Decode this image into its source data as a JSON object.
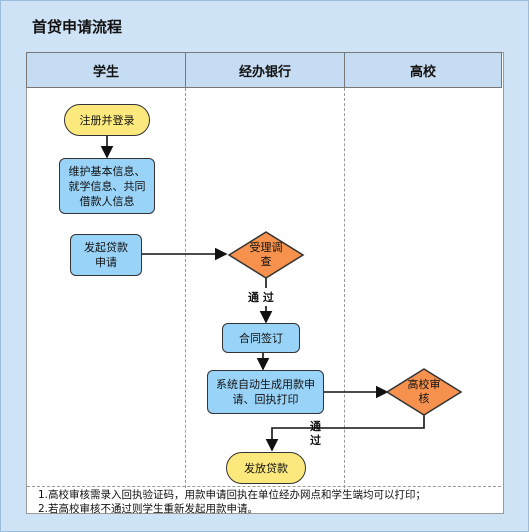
{
  "title": "首贷申请流程",
  "columns": [
    "学生",
    "经办银行",
    "高校"
  ],
  "nodes": {
    "register": "注册并登录",
    "maintain": "维护基本信息、就学信息、共同借款人信息",
    "apply": "发起贷款申请",
    "review": "受理调查",
    "sign": "合同签订",
    "generate": "系统自动生成用款申请、回执打印",
    "school_review": "高校审核",
    "disburse": "发放贷款"
  },
  "labels": {
    "pass1": "通 过",
    "pass2a": "通",
    "pass2b": "过"
  },
  "notes": [
    "1.高校审核需录入回执验证码，用款申请回执在单位经办网点和学生端均可以打印；",
    "2.若高校审核不通过则学生重新发起用款申请。"
  ],
  "colors": {
    "process": "#99d3f8",
    "terminal": "#fbe97e",
    "decision": "#f6924d",
    "header": "#c6dcf2"
  }
}
